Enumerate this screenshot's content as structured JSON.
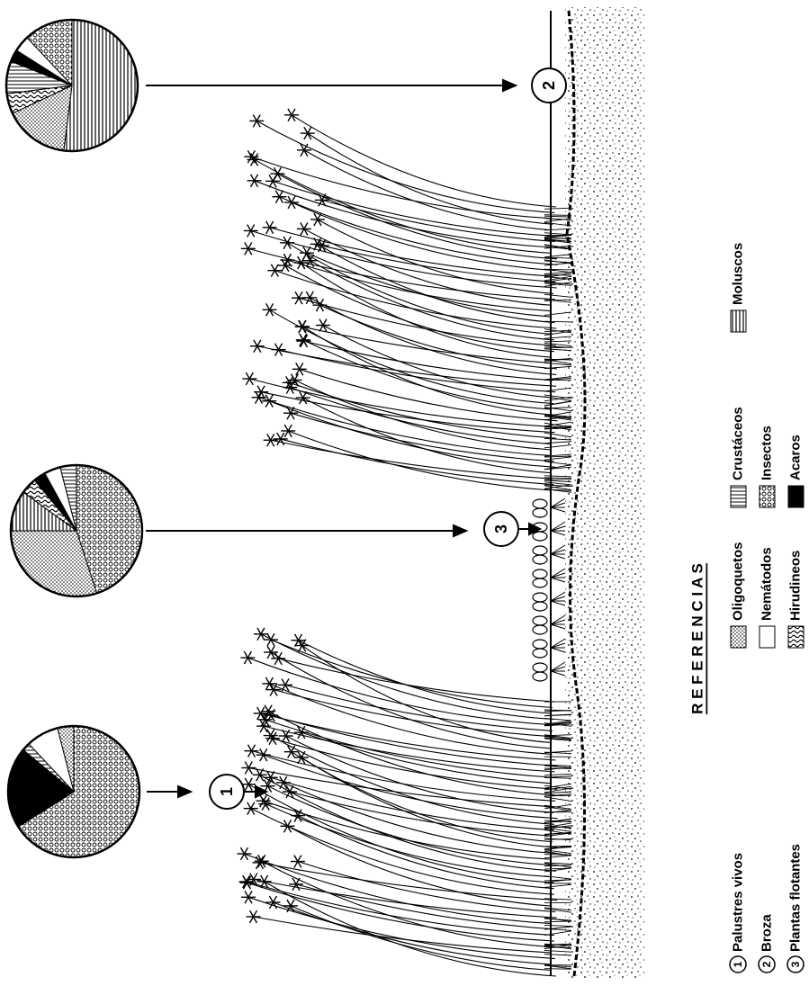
{
  "figure": {
    "references": {
      "title": "R E F E R E N C I A S",
      "habitats": [
        {
          "num": "1",
          "label": "Palustres vivos"
        },
        {
          "num": "2",
          "label": "Broza"
        },
        {
          "num": "3",
          "label": "Plantas flotantes"
        }
      ],
      "taxa": [
        {
          "key": "oligoquetos",
          "label": "Oligoquetos",
          "pattern": "stipple"
        },
        {
          "key": "nematodos",
          "label": "Nemátodos",
          "pattern": "blank"
        },
        {
          "key": "hirudineos",
          "label": "Hirudineos",
          "pattern": "wavy"
        },
        {
          "key": "crustaceos",
          "label": "Crustáceos",
          "pattern": "hlines"
        },
        {
          "key": "insectos",
          "label": "Insectos",
          "pattern": "circles"
        },
        {
          "key": "acaros",
          "label": "Acaros",
          "pattern": "solid"
        },
        {
          "key": "moluscos",
          "label": "Moluscos",
          "pattern": "vlines"
        }
      ]
    },
    "pies": [
      {
        "habitat": "1",
        "slices": [
          {
            "taxon": "insectos",
            "value": 66
          },
          {
            "taxon": "acaros",
            "value": 20
          },
          {
            "taxon": "crustaceos",
            "value": 2
          },
          {
            "taxon": "nematodos",
            "value": 8
          },
          {
            "taxon": "oligoquetos",
            "value": 4
          }
        ]
      },
      {
        "habitat": "3",
        "slices": [
          {
            "taxon": "insectos",
            "value": 45
          },
          {
            "taxon": "oligoquetos",
            "value": 30
          },
          {
            "taxon": "moluscos",
            "value": 10
          },
          {
            "taxon": "hirudineos",
            "value": 4
          },
          {
            "taxon": "acaros",
            "value": 3
          },
          {
            "taxon": "nematodos",
            "value": 4
          },
          {
            "taxon": "crustaceos",
            "value": 4
          }
        ]
      },
      {
        "habitat": "2",
        "slices": [
          {
            "taxon": "moluscos",
            "value": 52
          },
          {
            "taxon": "oligoquetos",
            "value": 16
          },
          {
            "taxon": "hirudineos",
            "value": 5
          },
          {
            "taxon": "crustaceos",
            "value": 8
          },
          {
            "taxon": "acaros",
            "value": 3
          },
          {
            "taxon": "nematodos",
            "value": 4
          },
          {
            "taxon": "insectos",
            "value": 12
          }
        ]
      }
    ]
  }
}
